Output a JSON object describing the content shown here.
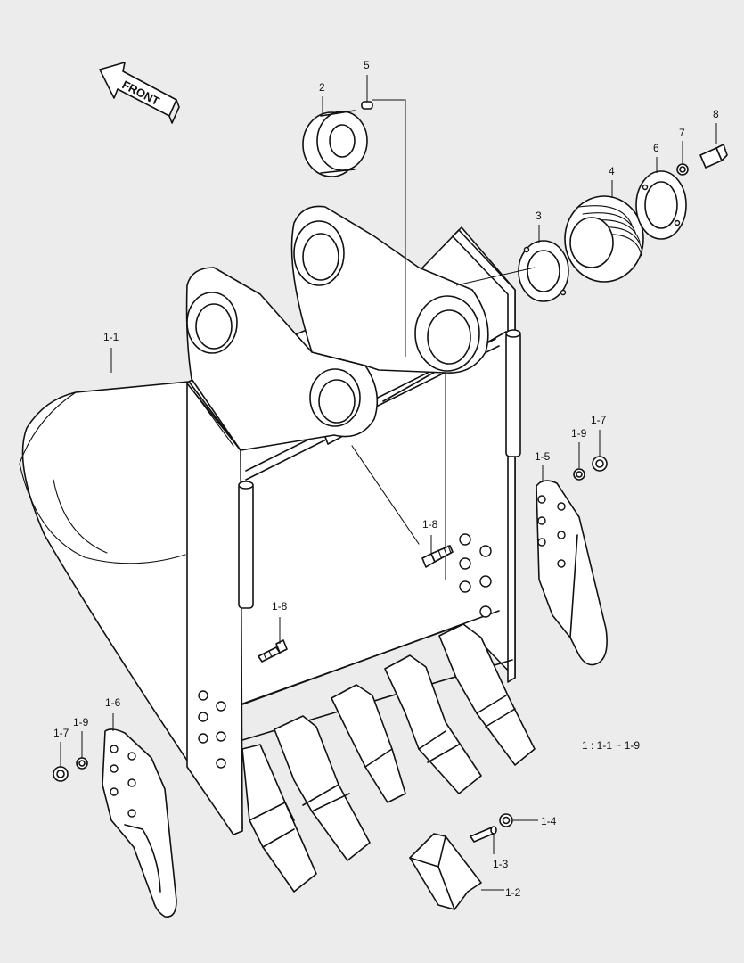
{
  "direction_marker": {
    "text": "FRONT"
  },
  "callouts": {
    "p1_1": "1-1",
    "p1_2": "1-2",
    "p1_3": "1-3",
    "p1_4": "1-4",
    "p1_5": "1-5",
    "p1_6": "1-6",
    "p1_7_right": "1-7",
    "p1_7_left": "1-7",
    "p1_8_upper": "1-8",
    "p1_8_lower": "1-8",
    "p1_9_right": "1-9",
    "p1_9_left": "1-9",
    "p2": "2",
    "p3": "3",
    "p4": "4",
    "p5": "5",
    "p6": "6",
    "p7": "7",
    "p8": "8"
  },
  "assembly_note": "1 : 1-1 ~ 1-9",
  "colors": {
    "background": "#ececec",
    "line": "#111111",
    "fill": "#ffffff"
  }
}
